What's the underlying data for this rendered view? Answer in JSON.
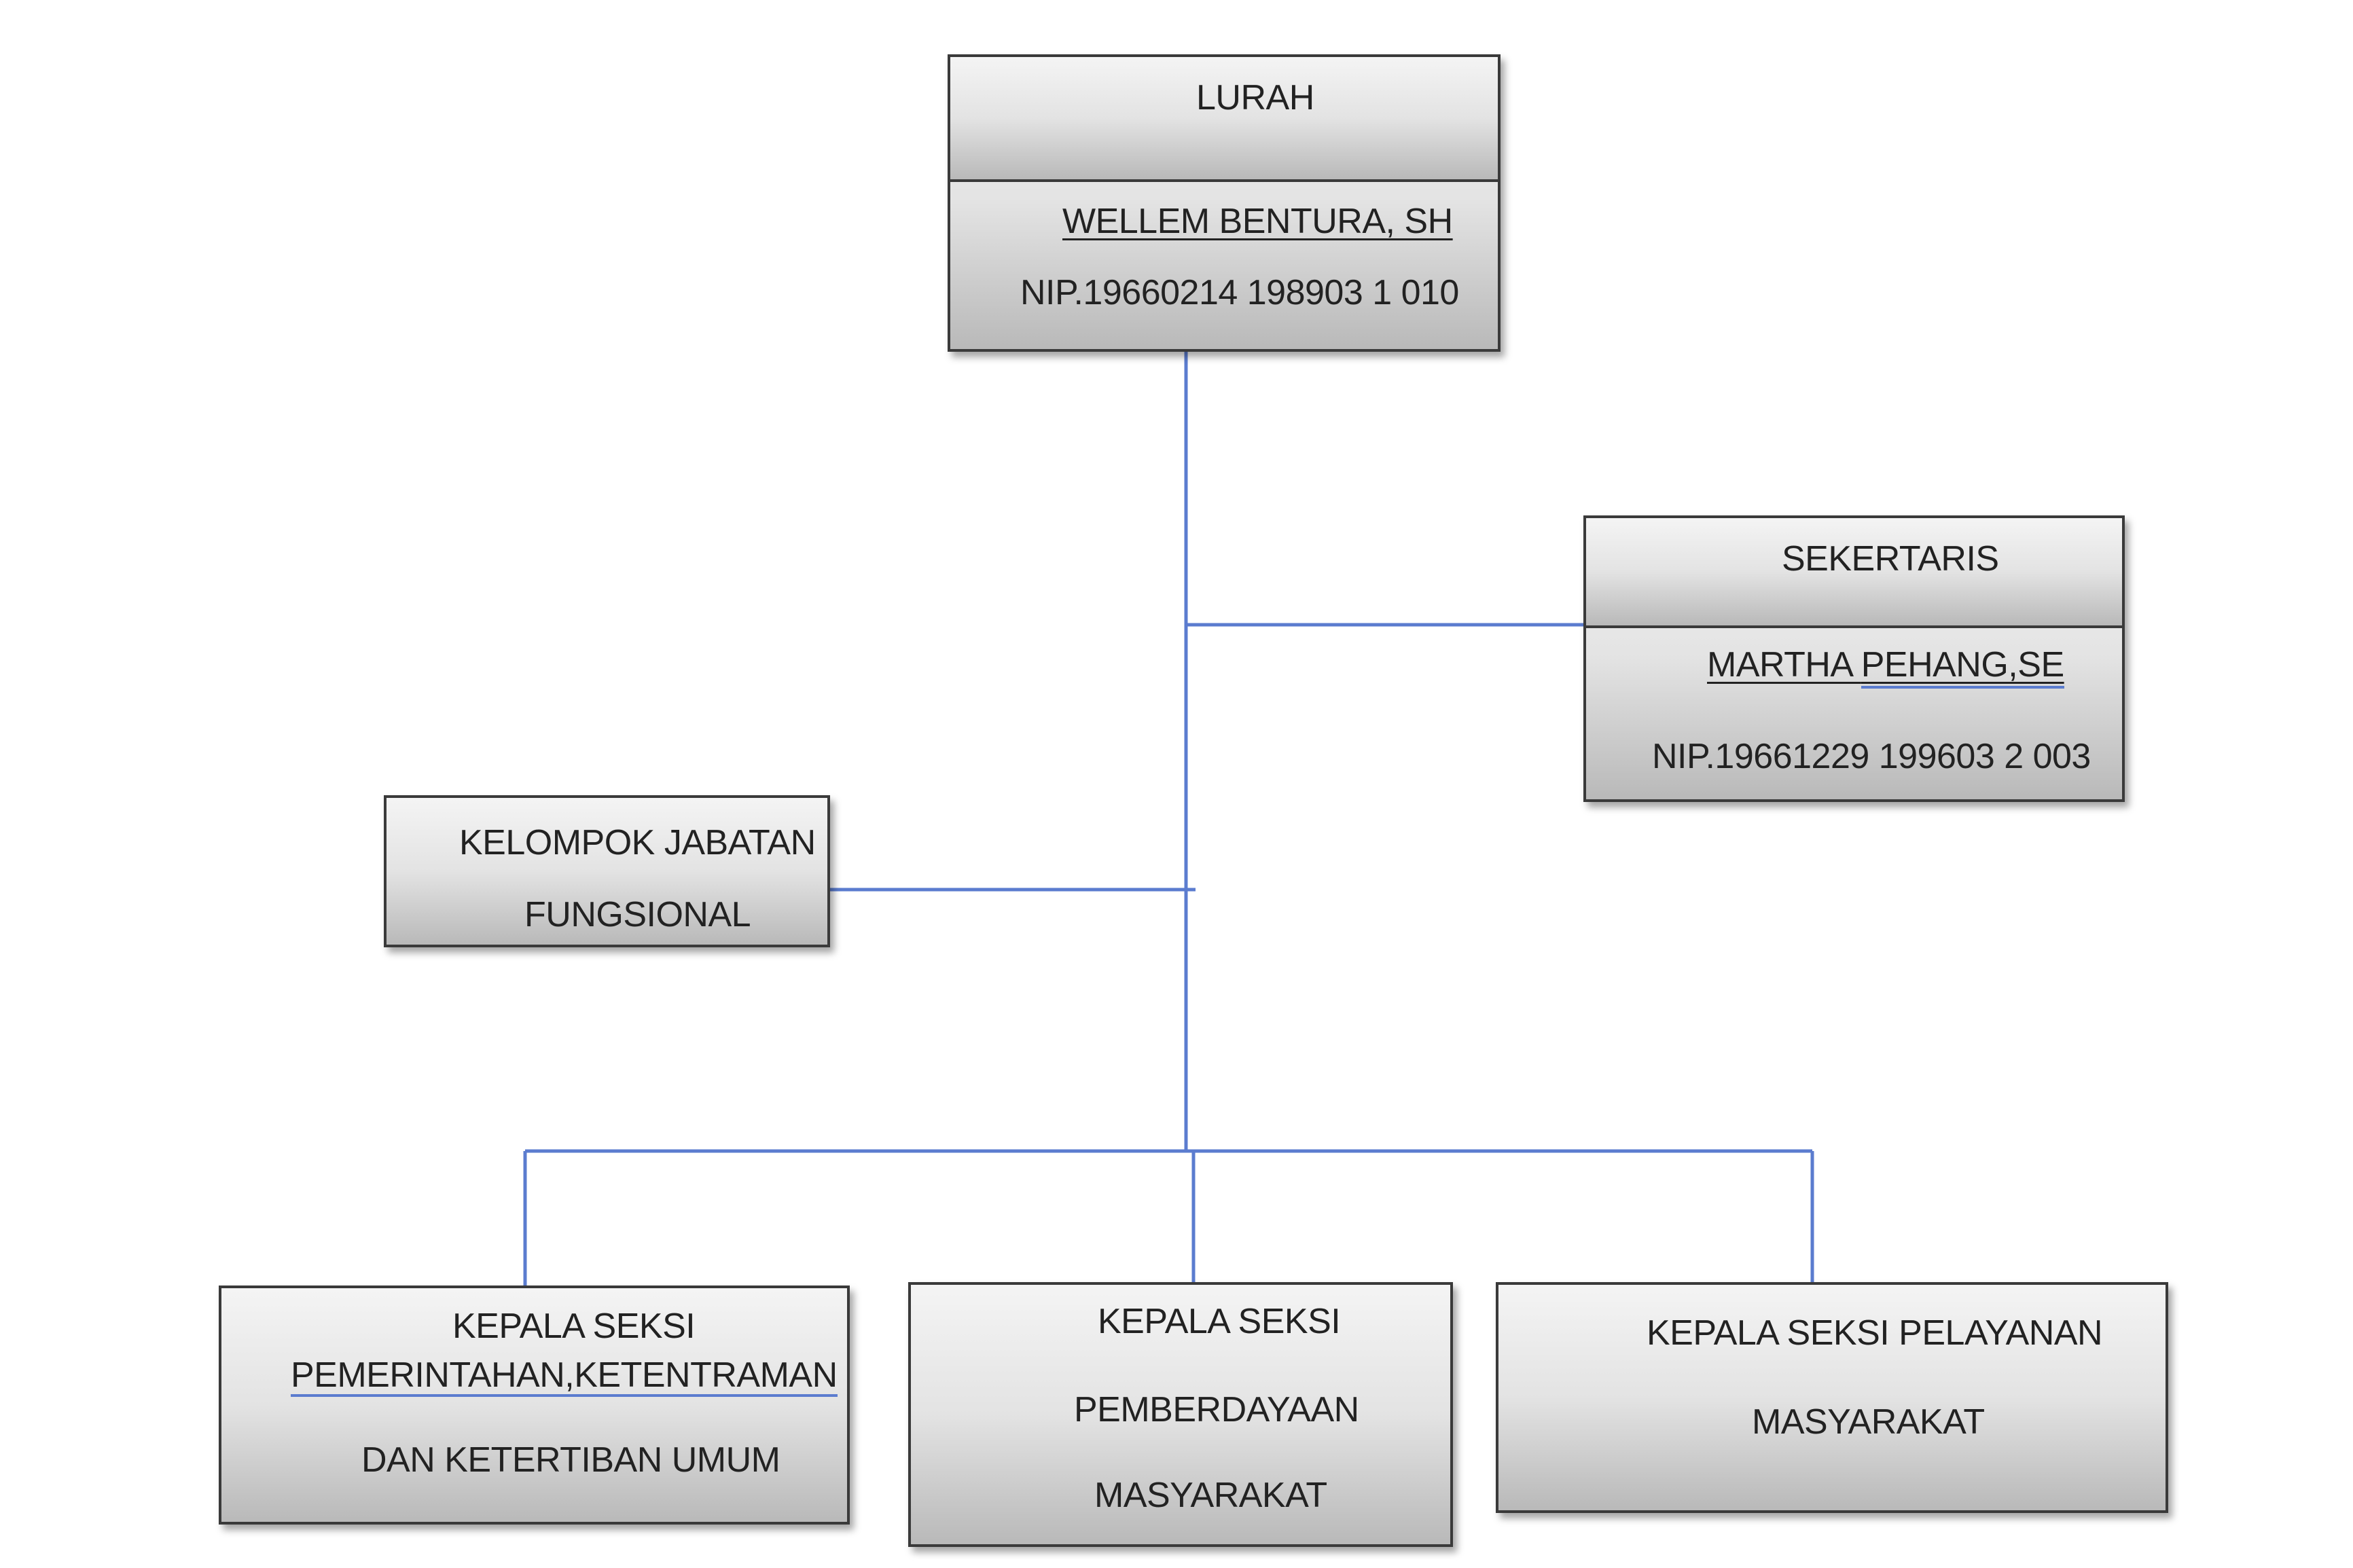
{
  "lurah": {
    "title": "LURAH",
    "name": "WELLEM BENTURA, SH",
    "nip": "NIP.19660214 198903 1 010"
  },
  "sekertaris": {
    "title": "SEKERTARIS",
    "name_part1": "MARTHA ",
    "name_part2": "PEHANG,SE",
    "nip": "NIP.19661229 199603 2 003"
  },
  "kelompok": {
    "line1": "KELOMPOK JABATAN",
    "line2": "FUNGSIONAL"
  },
  "seksi_pemerintahan": {
    "line1": "KEPALA SEKSI",
    "line2": "PEMERINTAHAN,KETENTRAMAN",
    "line3": "DAN KETERTIBAN UMUM"
  },
  "seksi_pemberdayaan": {
    "line1": "KEPALA SEKSI",
    "line2": "PEMBERDAYAAN",
    "line3": "MASYARAKAT"
  },
  "seksi_pelayanan": {
    "line1": "KEPALA SEKSI PELAYANAN",
    "line2": "MASYARAKAT"
  },
  "colors": {
    "connector": "#5b7ccf",
    "border": "#3a3a3a"
  }
}
